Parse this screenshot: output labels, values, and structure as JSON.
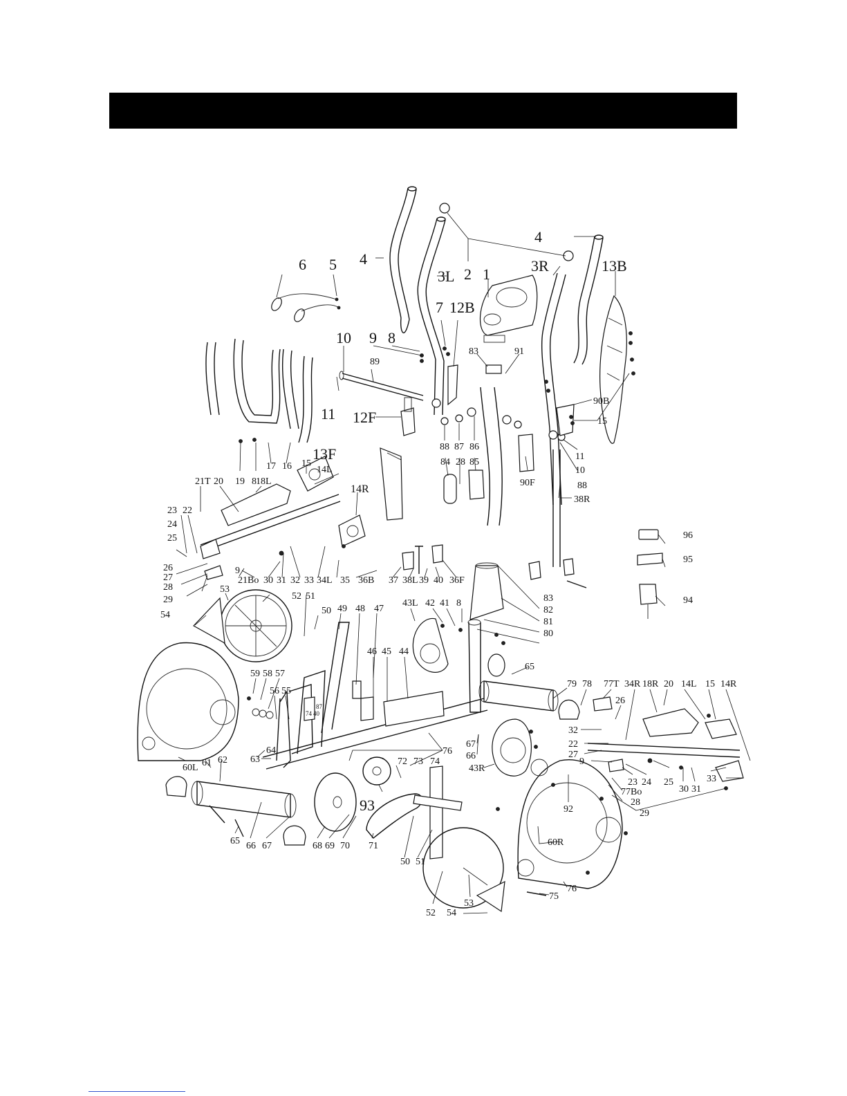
{
  "labels": {
    "l_4a": "4",
    "l_4b": "4",
    "l_3L": "3L",
    "l_2": "2",
    "l_1": "1",
    "l_3R": "3R",
    "l_13B": "13B",
    "l_6": "6",
    "l_5": "5",
    "l_7": "7",
    "l_12B": "12B",
    "l_10a": "10",
    "l_9a": "9",
    "l_8a": "8",
    "l_89": "89",
    "l_83a": "83",
    "l_91": "91",
    "l_11a": "11",
    "l_12F": "12F",
    "l_90B": "90B",
    "l_15a": "15",
    "l_88a": "88",
    "l_87": "87",
    "l_86": "86",
    "l_11b": "11",
    "l_10b": "10",
    "l_88b": "88",
    "l_13F": "13F",
    "l_84": "84",
    "l_28a": "28",
    "l_85": "85",
    "l_90F": "90F",
    "l_38R": "38R",
    "l_19": "19",
    "l_8b": "8",
    "l_17": "17",
    "l_16": "16",
    "l_15b": "15",
    "l_14L": "14L",
    "l_21T": "21T",
    "l_20a": "20",
    "l_18L": "18L",
    "l_14R": "14R",
    "l_23a": "23",
    "l_22a": "22",
    "l_24a": "24",
    "l_25a": "25",
    "l_26a": "26",
    "l_27a": "27",
    "l_28b": "28",
    "l_29a": "29",
    "l_9b": "9",
    "l_21Bo": "21Bo",
    "l_30a": "30",
    "l_31a": "31",
    "l_32a": "32",
    "l_33a": "33",
    "l_34L": "34L",
    "l_35": "35",
    "l_36B": "36B",
    "l_37": "37",
    "l_38L": "38L",
    "l_39": "39",
    "l_40": "40",
    "l_36F": "36F",
    "l_83b": "83",
    "l_82": "82",
    "l_81": "81",
    "l_80": "80",
    "l_96": "96",
    "l_95": "95",
    "l_94": "94",
    "l_53a": "53",
    "l_52a": "52",
    "l_51a": "51",
    "l_54a": "54",
    "l_50a": "50",
    "l_49": "49",
    "l_48": "48",
    "l_47": "47",
    "l_43L": "43L",
    "l_42": "42",
    "l_41": "41",
    "l_8c": "8",
    "l_46": "46",
    "l_45": "45",
    "l_44": "44",
    "l_65a": "65",
    "l_79": "79",
    "l_78": "78",
    "l_77T": "77T",
    "l_34R": "34R",
    "l_18R": "18R",
    "l_20b": "20",
    "l_14Lb": "14L",
    "l_15c": "15",
    "l_14Rb": "14R",
    "l_59": "59",
    "l_58": "58",
    "l_57": "57",
    "l_56": "56",
    "l_55": "55",
    "l_74a": "74",
    "l_40b": "40",
    "l_87b": "87",
    "l_32b": "32",
    "l_26b": "26",
    "l_22b": "22",
    "l_27b": "27",
    "l_9c": "9",
    "l_67a": "67",
    "l_66a": "66",
    "l_76a": "76",
    "l_64": "64",
    "l_63": "63",
    "l_60L": "60L",
    "l_61": "61",
    "l_62": "62",
    "l_43R": "43R",
    "l_72": "72",
    "l_73": "73",
    "l_74b": "74",
    "l_93": "93",
    "l_23b": "23",
    "l_24b": "24",
    "l_25b": "25",
    "l_30b": "30",
    "l_31b": "31",
    "l_33b": "33",
    "l_77Bo": "77Bo",
    "l_28c": "28",
    "l_92": "92",
    "l_29b": "29",
    "l_60R": "60R",
    "l_65b": "65",
    "l_66b": "66",
    "l_67b": "67",
    "l_68": "68",
    "l_69": "69",
    "l_70": "70",
    "l_71": "71",
    "l_50b": "50",
    "l_51b": "51",
    "l_53b": "53",
    "l_52b": "52",
    "l_54b": "54",
    "l_75": "75",
    "l_76b": "76"
  }
}
